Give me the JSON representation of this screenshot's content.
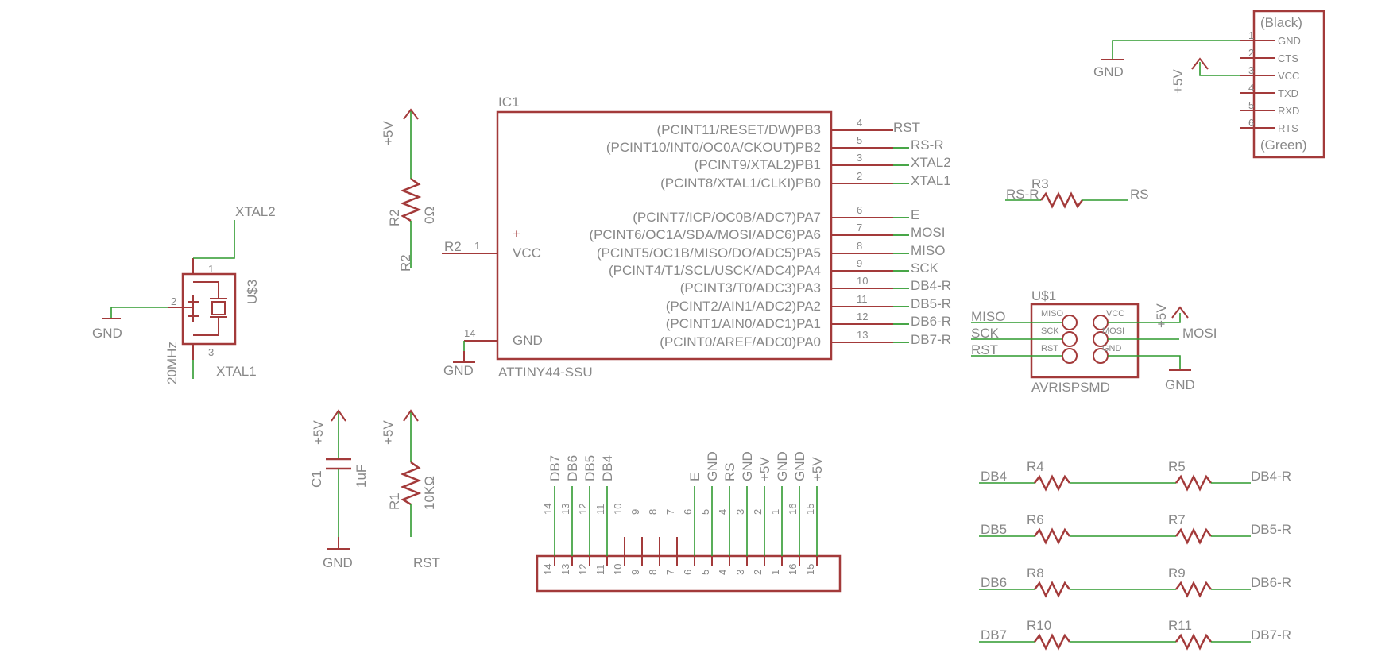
{
  "colors": {
    "symbol": "#a33a3a",
    "net": "#2f9a2f",
    "text": "#888888",
    "background": "#ffffff"
  },
  "crystal": {
    "ref": "U$3",
    "value": "20MHz",
    "pin1": "1",
    "pin2": "2",
    "pin3": "3",
    "net_top": "XTAL2",
    "net_bottom": "XTAL1",
    "ground": "GND"
  },
  "r2": {
    "ref": "R2",
    "value": "0Ω",
    "supply": "+5V",
    "net": "R2"
  },
  "ic1": {
    "ref": "IC1",
    "name": "ATTINY44-SSU",
    "vcc_pin": "VCC",
    "vcc_num": "1",
    "vcc_net": "R2",
    "gnd_pin": "GND",
    "gnd_num": "14",
    "gnd_net": "GND",
    "pins": [
      {
        "label": "(PCINT11/RESET/DW)PB3",
        "num": "4",
        "net": "RST"
      },
      {
        "label": "(PCINT10/INT0/OC0A/CKOUT)PB2",
        "num": "5",
        "net": "RS-R"
      },
      {
        "label": "(PCINT9/XTAL2)PB1",
        "num": "3",
        "net": "XTAL2"
      },
      {
        "label": "(PCINT8/XTAL1/CLKI)PB0",
        "num": "2",
        "net": "XTAL1"
      },
      {
        "label": "(PCINT7/ICP/OC0B/ADC7)PA7",
        "num": "6",
        "net": "E"
      },
      {
        "label": "(PCINT6/OC1A/SDA/MOSI/ADC6)PA6",
        "num": "7",
        "net": "MOSI"
      },
      {
        "label": "(PCINT5/OC1B/MISO/DO/ADC5)PA5",
        "num": "8",
        "net": "MISO"
      },
      {
        "label": "(PCINT4/T1/SCL/USCK/ADC4)PA4",
        "num": "9",
        "net": "SCK"
      },
      {
        "label": "(PCINT3/T0/ADC3)PA3",
        "num": "10",
        "net": "DB4-R"
      },
      {
        "label": "(PCINT2/AIN1/ADC2)PA2",
        "num": "11",
        "net": "DB5-R"
      },
      {
        "label": "(PCINT1/AIN0/ADC1)PA1",
        "num": "12",
        "net": "DB6-R"
      },
      {
        "label": "(PCINT0/AREF/ADC0)PA0",
        "num": "13",
        "net": "DB7-R"
      }
    ]
  },
  "ftdi": {
    "top_label": "(Black)",
    "bottom_label": "(Green)",
    "gnd_net": "GND",
    "vcc_net": "+5V",
    "pins": [
      {
        "num": "1",
        "name": "GND"
      },
      {
        "num": "2",
        "name": "CTS"
      },
      {
        "num": "3",
        "name": "VCC"
      },
      {
        "num": "4",
        "name": "TXD"
      },
      {
        "num": "5",
        "name": "RXD"
      },
      {
        "num": "6",
        "name": "RTS"
      }
    ]
  },
  "r3": {
    "ref": "R3",
    "left_net": "RS-R",
    "right_net": "RS"
  },
  "isp": {
    "ref": "U$1",
    "name": "AVRISPSMD",
    "pin_miso": "MISO",
    "pin_sck": "SCK",
    "pin_rst": "RST",
    "pin_vcc": "VCC",
    "pin_mosi": "MOSI",
    "pin_gnd": "GND",
    "net_miso": "MISO",
    "net_sck": "SCK",
    "net_rst": "RST",
    "net_mosi": "MOSI",
    "supply": "+5V",
    "ground": "GND"
  },
  "c1": {
    "ref": "C1",
    "value": "1uF",
    "supply": "+5V",
    "ground": "GND"
  },
  "r1": {
    "ref": "R1",
    "value": "10KΩ",
    "supply": "+5V",
    "net": "RST"
  },
  "lcd": {
    "pins": [
      {
        "net": "DB7",
        "num": "14"
      },
      {
        "net": "DB6",
        "num": "13"
      },
      {
        "net": "DB5",
        "num": "12"
      },
      {
        "net": "DB4",
        "num": "11"
      },
      {
        "net": "",
        "num": "10"
      },
      {
        "net": "",
        "num": "9"
      },
      {
        "net": "",
        "num": "8"
      },
      {
        "net": "",
        "num": "7"
      },
      {
        "net": "E",
        "num": "6"
      },
      {
        "net": "GND",
        "num": "5"
      },
      {
        "net": "RS",
        "num": "4"
      },
      {
        "net": "GND",
        "num": "3"
      },
      {
        "net": "+5V",
        "num": "2"
      },
      {
        "net": "GND",
        "num": "1"
      },
      {
        "net": "GND",
        "num": "16"
      },
      {
        "net": "+5V",
        "num": "15"
      }
    ]
  },
  "resistor_pairs": [
    {
      "left_net": "DB4",
      "ra": "R4",
      "rb": "R5",
      "right_net": "DB4-R"
    },
    {
      "left_net": "DB5",
      "ra": "R6",
      "rb": "R7",
      "right_net": "DB5-R"
    },
    {
      "left_net": "DB6",
      "ra": "R8",
      "rb": "R9",
      "right_net": "DB6-R"
    },
    {
      "left_net": "DB7",
      "ra": "R10",
      "rb": "R11",
      "right_net": "DB7-R"
    }
  ]
}
